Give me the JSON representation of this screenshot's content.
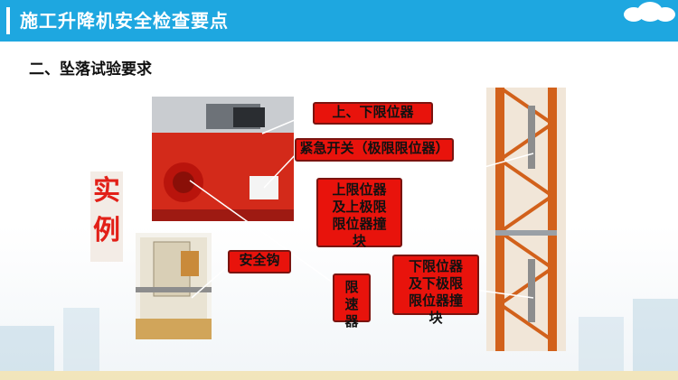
{
  "slide": {
    "title": "施工升降机安全检查要点",
    "subtitle": "二、坠落试验要求",
    "example_label": "实例"
  },
  "callouts": {
    "upper_lower_limit": "上、下限位器",
    "emergency_switch": "紧急开关（极限限位器）",
    "upper_limit_block": "上限位器及上极限限位器撞块",
    "safety_hook": "安全钩",
    "speed_limiter": "限速器",
    "lower_limit_block": "下限位器及下极限限位器撞块"
  },
  "colors": {
    "header_blue": "#1ea7e0",
    "callout_red": "#e8130c",
    "example_red": "#e22018"
  }
}
